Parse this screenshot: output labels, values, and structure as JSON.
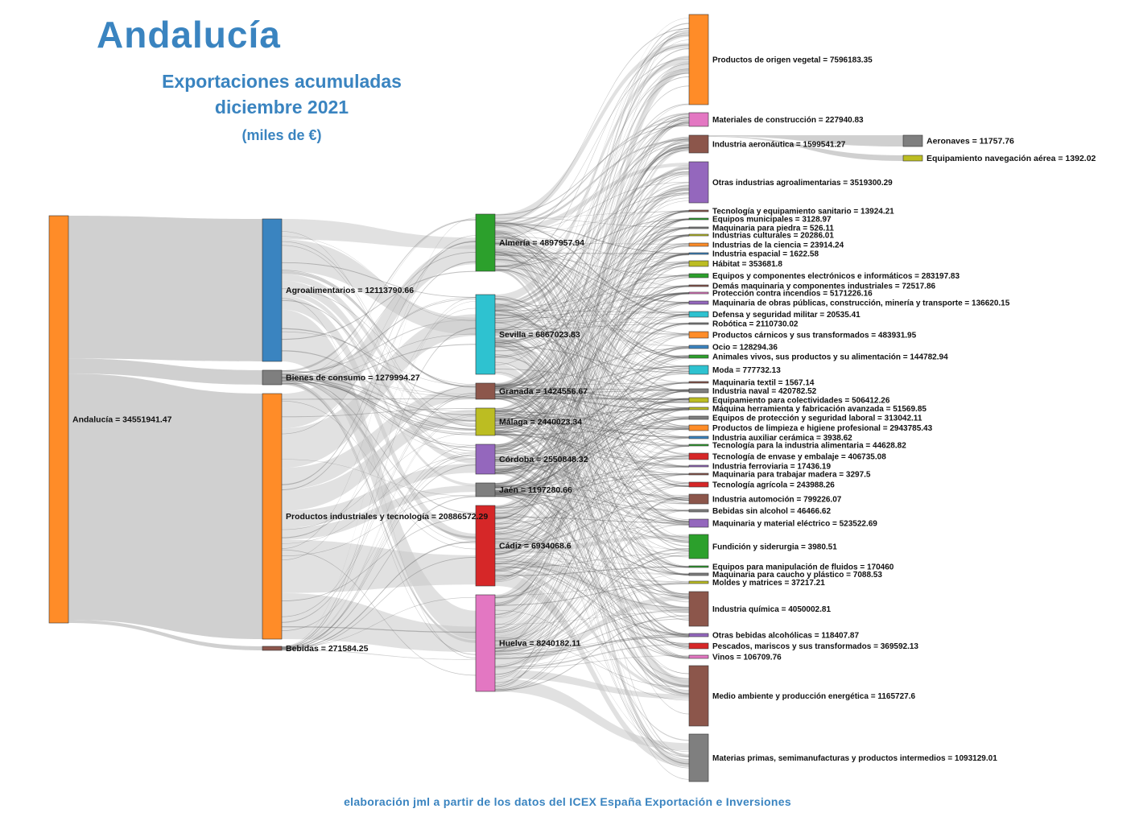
{
  "title": "Andalucía",
  "subtitle_line1": "Exportaciones acumuladas",
  "subtitle_line2": "diciembre 2021",
  "units": "(miles de €)",
  "footer": "elaboración jml a partir de los datos del ICEX España Exportación e Inversiones",
  "colors": {
    "orange": "#ff8c28",
    "blue": "#3a84c0",
    "gray": "#7f7f7f",
    "brown": "#8c564b",
    "green": "#2ca02c",
    "cyan": "#2ec2d0",
    "olive": "#bcbd22",
    "purple": "#9467bd",
    "red": "#d62728",
    "pink": "#e377c2",
    "link": "#c8c8c8"
  },
  "chart_data": {
    "type": "sankey",
    "levels": [
      [
        {
          "id": "andalucia",
          "label": "Andalucía = 34551941.47",
          "value": 34551941.47,
          "color": "#ff8c28"
        }
      ],
      [
        {
          "id": "agro",
          "label": "Agroalimentarios = 12113790.66",
          "value": 12113790.66,
          "color": "#3a84c0"
        },
        {
          "id": "consumo",
          "label": "Bienes de consumo = 1279994.27",
          "value": 1279994.27,
          "color": "#7f7f7f"
        },
        {
          "id": "industriales",
          "label": "Productos industriales y tecnología = 20886572.29",
          "value": 20886572.29,
          "color": "#ff8c28"
        },
        {
          "id": "bebidas",
          "label": "Bebidas = 271584.25",
          "value": 271584.25,
          "color": "#8c564b"
        }
      ],
      [
        {
          "id": "almeria",
          "label": "Almería = 4897957.94",
          "value": 4897957.94,
          "color": "#2ca02c"
        },
        {
          "id": "sevilla",
          "label": "Sevilla = 6867023.83",
          "value": 6867023.83,
          "color": "#2ec2d0"
        },
        {
          "id": "granada",
          "label": "Granada = 1424556.67",
          "value": 1424556.67,
          "color": "#8c564b"
        },
        {
          "id": "malaga",
          "label": "Málaga = 2440023.34",
          "value": 2440023.34,
          "color": "#bcbd22"
        },
        {
          "id": "cordoba",
          "label": "Córdoba = 2550848.32",
          "value": 2550848.32,
          "color": "#9467bd"
        },
        {
          "id": "jaen",
          "label": "Jaén = 1197280.66",
          "value": 1197280.66,
          "color": "#7f7f7f"
        },
        {
          "id": "cadiz",
          "label": "Cádiz = 6934068.6",
          "value": 6934068.6,
          "color": "#d62728"
        },
        {
          "id": "huelva",
          "label": "Huelva = 8240182.11",
          "value": 8240182.11,
          "color": "#e377c2"
        }
      ],
      [
        {
          "id": "s1",
          "label": "Productos de origen vegetal = 7596183.35",
          "value": 7596183.35,
          "color": "#ff8c28"
        },
        {
          "id": "s2",
          "label": "Materiales de construcción = 227940.83",
          "value": 227940.83,
          "color": "#e377c2"
        },
        {
          "id": "s3",
          "label": "Industria aeronáutica = 1599541.27",
          "value": 1599541.27,
          "color": "#8c564b"
        },
        {
          "id": "s4",
          "label": "Otras industrias agroalimentarias = 3519300.29",
          "value": 3519300.29,
          "color": "#9467bd"
        },
        {
          "id": "s5",
          "label": "Tecnología y equipamiento sanitario = 13924.21",
          "value": 13924.21,
          "color": "#8c564b"
        },
        {
          "id": "s6",
          "label": "Equipos municipales = 3128.97",
          "value": 3128.97,
          "color": "#2ca02c"
        },
        {
          "id": "s7",
          "label": "Maquinaria para piedra = 526.11",
          "value": 526.11,
          "color": "#7f7f7f"
        },
        {
          "id": "s8",
          "label": "Industrias culturales = 20286.01",
          "value": 20286.01,
          "color": "#bcbd22"
        },
        {
          "id": "s9",
          "label": "Industrias de la ciencia = 23914.24",
          "value": 23914.24,
          "color": "#ff8c28"
        },
        {
          "id": "s10",
          "label": "Industria espacial = 1622.58",
          "value": 1622.58,
          "color": "#3a84c0"
        },
        {
          "id": "s11",
          "label": "Hábitat = 353681.8",
          "value": 353681.8,
          "color": "#bcbd22"
        },
        {
          "id": "s12",
          "label": "Equipos y componentes electrónicos e informáticos = 283197.83",
          "value": 283197.83,
          "color": "#2ca02c"
        },
        {
          "id": "s13",
          "label": "Demás maquinaria y componentes industriales = 72517.86",
          "value": 72517.86,
          "color": "#8c564b"
        },
        {
          "id": "s14",
          "label": "Protección contra incendios = 5171226.16",
          "value": 5171226.16,
          "color": "#e377c2"
        },
        {
          "id": "s15",
          "label": "Maquinaria de obras públicas, construcción, minería y transporte = 136620.15",
          "value": 136620.15,
          "color": "#9467bd"
        },
        {
          "id": "s16",
          "label": "Defensa y seguridad militar = 20535.41",
          "value": 20535.41,
          "color": "#2ec2d0"
        },
        {
          "id": "s17",
          "label": "Robótica = 2110730.02",
          "value": 2110730.02,
          "color": "#7f7f7f"
        },
        {
          "id": "s18",
          "label": "Productos cárnicos y sus transformados = 483931.95",
          "value": 483931.95,
          "color": "#ff8c28"
        },
        {
          "id": "s19",
          "label": "Ocio = 128294.36",
          "value": 128294.36,
          "color": "#3a84c0"
        },
        {
          "id": "s20",
          "label": "Animales vivos, sus productos y su alimentación = 144782.94",
          "value": 144782.94,
          "color": "#2ca02c"
        },
        {
          "id": "s21",
          "label": "Moda = 777732.13",
          "value": 777732.13,
          "color": "#2ec2d0"
        },
        {
          "id": "s22",
          "label": "Maquinaria textil = 1567.14",
          "value": 1567.14,
          "color": "#8c564b"
        },
        {
          "id": "s23",
          "label": "Industria naval = 420782.52",
          "value": 420782.52,
          "color": "#7f7f7f"
        },
        {
          "id": "s24",
          "label": "Equipamiento para colectividades = 506412.26",
          "value": 506412.26,
          "color": "#bcbd22"
        },
        {
          "id": "s25",
          "label": "Máquina herramienta y fabricación avanzada = 51569.85",
          "value": 51569.85,
          "color": "#bcbd22"
        },
        {
          "id": "s26",
          "label": "Equipos de protección y seguridad laboral = 313042.11",
          "value": 313042.11,
          "color": "#7f7f7f"
        },
        {
          "id": "s27",
          "label": "Productos de limpieza e higiene profesional = 2943785.43",
          "value": 2943785.43,
          "color": "#ff8c28"
        },
        {
          "id": "s28",
          "label": "Industria auxiliar cerámica = 3938.62",
          "value": 3938.62,
          "color": "#3a84c0"
        },
        {
          "id": "s29",
          "label": "Tecnología para la industria alimentaria = 44628.82",
          "value": 44628.82,
          "color": "#2ca02c"
        },
        {
          "id": "s30",
          "label": "Tecnología de envase y embalaje = 406735.08",
          "value": 406735.08,
          "color": "#d62728"
        },
        {
          "id": "s31",
          "label": "Industria ferroviaria = 17436.19",
          "value": 17436.19,
          "color": "#9467bd"
        },
        {
          "id": "s32",
          "label": "Maquinaria para trabajar madera = 3297.5",
          "value": 3297.5,
          "color": "#8c564b"
        },
        {
          "id": "s33",
          "label": "Tecnología agrícola = 243988.26",
          "value": 243988.26,
          "color": "#d62728"
        },
        {
          "id": "s34",
          "label": "Industria automoción = 799226.07",
          "value": 799226.07,
          "color": "#8c564b"
        },
        {
          "id": "s35",
          "label": "Bebidas sin alcohol = 46466.62",
          "value": 46466.62,
          "color": "#7f7f7f"
        },
        {
          "id": "s36",
          "label": "Maquinaria y material eléctrico = 523522.69",
          "value": 523522.69,
          "color": "#9467bd"
        },
        {
          "id": "s37",
          "label": "Fundición y siderurgia = 3980.51",
          "value": 3980.51,
          "color": "#2ca02c"
        },
        {
          "id": "s38",
          "label": "Equipos para manipulación de fluidos = 170460",
          "value": 170460,
          "color": "#2ca02c"
        },
        {
          "id": "s39",
          "label": "Maquinaria para caucho y plástico = 7088.53",
          "value": 7088.53,
          "color": "#7f7f7f"
        },
        {
          "id": "s40",
          "label": "Moldes y matrices = 37217.21",
          "value": 37217.21,
          "color": "#bcbd22"
        },
        {
          "id": "s41",
          "label": "Industria química = 4050002.81",
          "value": 4050002.81,
          "color": "#8c564b"
        },
        {
          "id": "s42",
          "label": "Otras bebidas alcohólicas = 118407.87",
          "value": 118407.87,
          "color": "#9467bd"
        },
        {
          "id": "s43",
          "label": "Pescados, mariscos y sus transformados = 369592.13",
          "value": 369592.13,
          "color": "#d62728"
        },
        {
          "id": "s44",
          "label": "Vinos = 106709.76",
          "value": 106709.76,
          "color": "#e377c2"
        },
        {
          "id": "s45",
          "label": "Medio ambiente y producción energética = 1165727.6",
          "value": 1165727.6,
          "color": "#8c564b"
        },
        {
          "id": "s46",
          "label": "Materias primas, semimanufacturas y productos intermedios = 1093129.01",
          "value": 1093129.01,
          "color": "#7f7f7f"
        }
      ],
      [
        {
          "id": "aeronaves",
          "label": "Aeronaves = 11757.76",
          "value": 11757.76,
          "color": "#7f7f7f"
        },
        {
          "id": "navegacion",
          "label": "Equipamiento navegación aérea = 1392.02",
          "value": 1392.02,
          "color": "#bcbd22"
        }
      ]
    ],
    "links": [
      {
        "source": "andalucia",
        "target": "agro",
        "value": 12113790.66
      },
      {
        "source": "andalucia",
        "target": "consumo",
        "value": 1279994.27
      },
      {
        "source": "andalucia",
        "target": "industriales",
        "value": 20886572.29
      },
      {
        "source": "andalucia",
        "target": "bebidas",
        "value": 271584.25
      },
      {
        "source": "s3",
        "target": "aeronaves",
        "value": 11757.76
      },
      {
        "source": "s3",
        "target": "navegacion",
        "value": 1392.02
      }
    ]
  }
}
